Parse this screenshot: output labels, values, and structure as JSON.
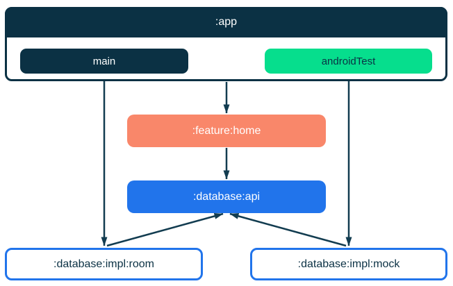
{
  "diagram": {
    "type": "module-dependency-graph",
    "nodes": {
      "app": {
        "label": ":app",
        "fill": "#0b3144",
        "text_color": "#ffffff",
        "source_sets": [
          "main",
          "androidTest"
        ]
      },
      "main": {
        "label": "main",
        "fill": "#0b3144",
        "text_color": "#ffffff"
      },
      "androidTest": {
        "label": "androidTest",
        "fill": "#06de8d",
        "text_color": "#0b3144"
      },
      "featureHome": {
        "label": ":feature:home",
        "fill": "#f9876a",
        "text_color": "#ffffff"
      },
      "databaseApi": {
        "label": ":database:api",
        "fill": "#2174eb",
        "text_color": "#ffffff"
      },
      "implRoom": {
        "label": ":database:impl:room",
        "fill": "#ffffff",
        "border_color": "#2174eb",
        "text_color": "#0b3144"
      },
      "implMock": {
        "label": ":database:impl:mock",
        "fill": "#ffffff",
        "border_color": "#2174eb",
        "text_color": "#0b3144"
      }
    },
    "edges": [
      {
        "from": ":app",
        "to": ":feature:home"
      },
      {
        "from": ":feature:home",
        "to": ":database:api"
      },
      {
        "from": "main",
        "to": ":database:impl:room"
      },
      {
        "from": "androidTest",
        "to": ":database:impl:mock"
      },
      {
        "from": ":database:impl:room",
        "to": ":database:api"
      },
      {
        "from": ":database:impl:mock",
        "to": ":database:api"
      }
    ],
    "colors": {
      "arrow": "#123c50",
      "background": "#ffffff"
    }
  }
}
